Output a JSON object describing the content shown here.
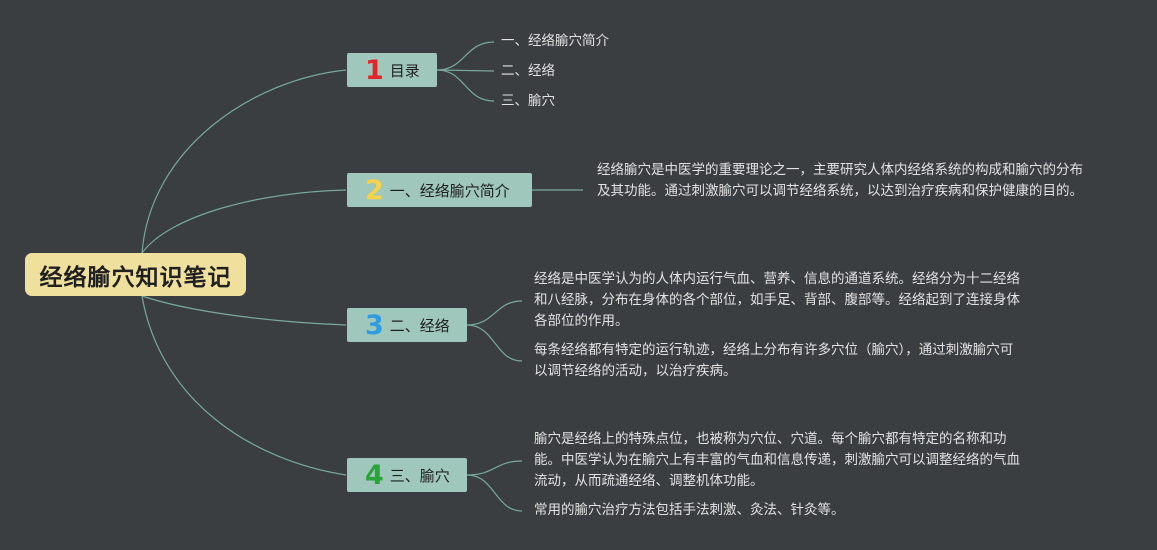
{
  "root": {
    "title": "经络腧穴知识笔记"
  },
  "branches": [
    {
      "badge": "1",
      "badge_color": "#e0262b",
      "label": "目录",
      "leaves": [
        "一、经络腧穴简介",
        "二、经络",
        "三、腧穴"
      ]
    },
    {
      "badge": "2",
      "badge_color": "#f4d24a",
      "label": "一、经络腧穴简介",
      "paragraphs": [
        "经络腧穴是中医学的重要理论之一，主要研究人体内经络系统的构成和腧穴的分布及其功能。通过刺激腧穴可以调节经络系统，以达到治疗疾病和保护健康的目的。"
      ]
    },
    {
      "badge": "3",
      "badge_color": "#2f9be0",
      "label": "二、经络",
      "paragraphs": [
        "经络是中医学认为的人体内运行气血、营养、信息的通道系统。经络分为十二经络和八经脉，分布在身体的各个部位，如手足、背部、腹部等。经络起到了连接身体各部位的作用。",
        "每条经络都有特定的运行轨迹，经络上分布有许多穴位（腧穴），通过刺激腧穴可以调节经络的活动，以治疗疾病。"
      ]
    },
    {
      "badge": "4",
      "badge_color": "#2aa33a",
      "label": "三、腧穴",
      "paragraphs": [
        "腧穴是经络上的特殊点位，也被称为穴位、穴道。每个腧穴都有特定的名称和功能。中医学认为在腧穴上有丰富的气血和信息传递，刺激腧穴可以调整经络的气血流动，从而疏通经络、调整机体功能。",
        "常用的腧穴治疗方法包括手法刺激、灸法、针灸等。"
      ]
    }
  ]
}
